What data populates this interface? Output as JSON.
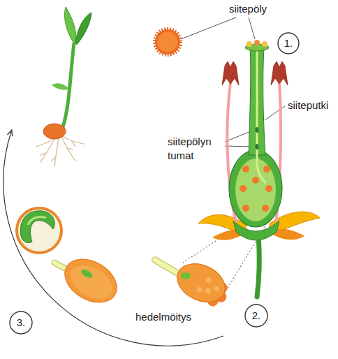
{
  "diagram": {
    "nodes": [
      {
        "text": [
          "1."
        ]
      },
      {
        "text": [
          "2."
        ]
      },
      {
        "text": [
          "3."
        ]
      }
    ],
    "labels": [
      "siitepöly",
      "siiteputki",
      "siitepölyn tumat",
      "hedelmöitys"
    ]
  }
}
